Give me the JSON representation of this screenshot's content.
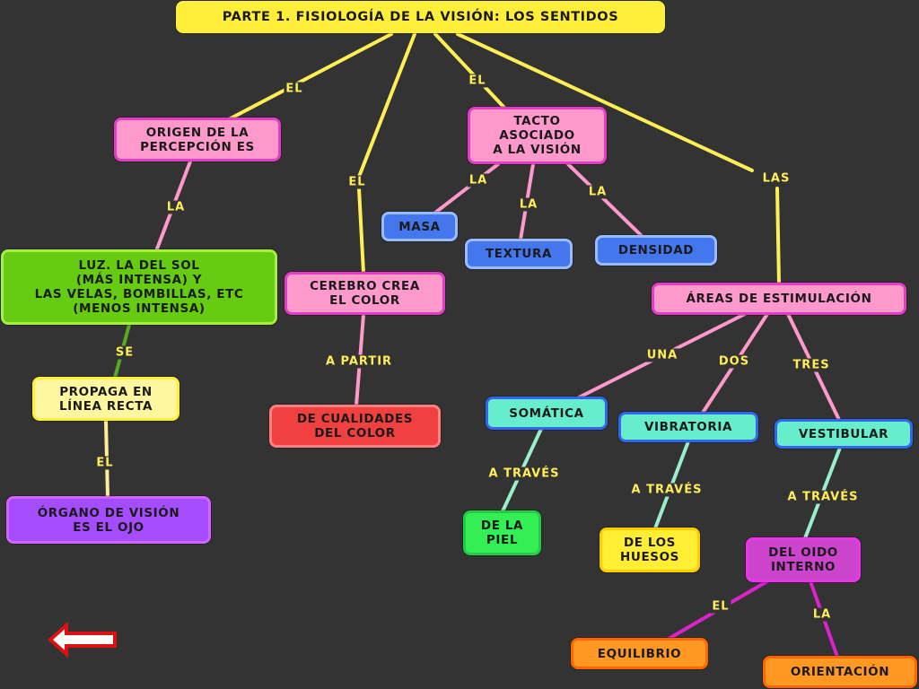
{
  "nodes": {
    "root": "PARTE 1. FISIOLOGÍA DE LA VISIÓN: LOS SENTIDOS",
    "origen": "ORIGEN DE LA\nPERCEPCIÓN ES",
    "luz": "LUZ. LA DEL SOL\n(MÁS INTENSA) Y\nLAS VELAS, BOMBILLAS, ETC\n(MENOS INTENSA)",
    "propaga": "PROPAGA EN\nLÍNEA RECTA",
    "organo": "ÓRGANO DE VISIÓN\nES EL OJO",
    "cerebro": "CEREBRO CREA\nEL COLOR",
    "cualidades": "DE CUALIDADES\nDEL COLOR",
    "tacto": "TACTO\nASOCIADO\nA LA VISIÓN",
    "masa": "MASA",
    "textura": "TEXTURA",
    "densidad": "DENSIDAD",
    "areas": "ÁREAS DE ESTIMULACIÓN",
    "somatica": "SOMÁTICA",
    "vibratoria": "VIBRATORIA",
    "vestibular": "VESTIBULAR",
    "piel": "DE LA\nPIEL",
    "huesos": "DE LOS\nHUESOS",
    "oido": "DEL OIDO\nINTERNO",
    "equilibrio": "EQUILIBRIO",
    "orientacion": "ORIENTACIÓN"
  },
  "links": {
    "root_origen": "EL",
    "root_cerebro": "EL",
    "root_tacto": "EL",
    "root_areas": "LAS",
    "origen_luz": "LA",
    "luz_propaga": "SE",
    "propaga_organo": "EL",
    "cerebro_cualidades": "A PARTIR",
    "tacto_masa": "LA",
    "tacto_textura": "LA",
    "tacto_densidad": "LA",
    "areas_somatica": "UNA",
    "areas_vibratoria": "DOS",
    "areas_vestibular": "TRES",
    "somatica_piel": "A TRAVÉS",
    "vibratoria_huesos": "A TRAVÉS",
    "vestibular_oido": "A TRAVÉS",
    "oido_equilibrio": "EL",
    "oido_orientacion": "LA"
  },
  "colors": {
    "yellow": "#ffef3a",
    "pink": "#ff99cc",
    "pink_border": "#e33cc8",
    "green": "#66cc11",
    "green_border": "#a6ee44",
    "light_yellow": "#fff7a0",
    "purple": "#a64cff",
    "purple_border": "#d066ff",
    "red": "#f04040",
    "red_border": "#ff8080",
    "blue": "#4477ee",
    "blue_border": "#99bbff",
    "teal": "#66eecc",
    "teal_border": "#3366ee",
    "bright_green": "#33ee55",
    "gold": "#ffee33",
    "gold_border": "#ffcc00",
    "magenta": "#cc44cc",
    "magenta_border": "#ee33ee",
    "orange": "#ff9922",
    "orange_border": "#ff6600",
    "line_yellow": "#ffee55",
    "line_pink": "#ff99cc",
    "line_green": "#55aa22",
    "line_pale": "#ffee99",
    "line_teal": "#99eecc",
    "line_magenta": "#dd22cc"
  },
  "icons": {
    "back": "back-arrow-icon"
  }
}
